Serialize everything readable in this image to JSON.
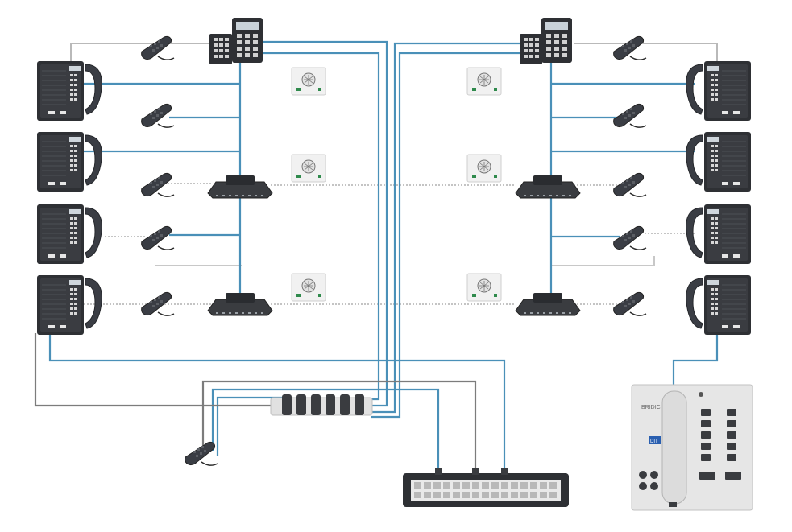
{
  "colors": {
    "blue": "#4a90b8",
    "gray": "#8c8c8c",
    "light_gray": "#cfcfcf",
    "dark": "#2e3034",
    "panel": "#e9e9e9",
    "green": "#2f8a4c"
  },
  "left_phones": [
    {
      "id": "phone-left-1"
    },
    {
      "id": "phone-left-2"
    },
    {
      "id": "phone-left-3"
    },
    {
      "id": "phone-left-4"
    }
  ],
  "right_phones": [
    {
      "id": "phone-right-1"
    },
    {
      "id": "phone-right-2"
    },
    {
      "id": "phone-right-3"
    },
    {
      "id": "phone-right-4"
    }
  ],
  "intercom": {
    "brand": "BRIDIC",
    "badge": "DIT"
  }
}
